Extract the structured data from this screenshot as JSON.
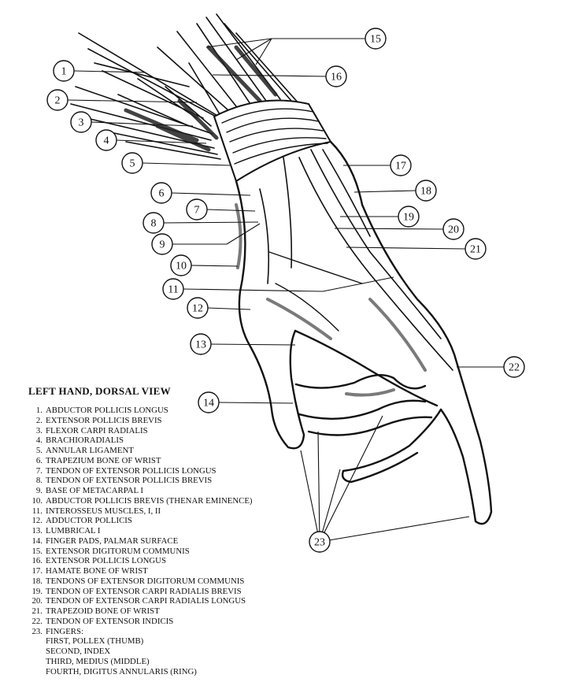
{
  "legend": {
    "title": "LEFT HAND, DORSAL VIEW",
    "items": [
      {
        "num": "1.",
        "text": "ABDUCTOR POLLICIS LONGUS"
      },
      {
        "num": "2.",
        "text": "EXTENSOR POLLICIS BREVIS"
      },
      {
        "num": "3.",
        "text": "FLEXOR CARPI RADIALIS"
      },
      {
        "num": "4.",
        "text": "BRACHIORADIALIS"
      },
      {
        "num": "5.",
        "text": "ANNULAR LIGAMENT"
      },
      {
        "num": "6.",
        "text": "TRAPEZIUM BONE OF WRIST"
      },
      {
        "num": "7.",
        "text": "TENDON OF EXTENSOR POLLICIS LONGUS"
      },
      {
        "num": "8.",
        "text": "TENDON OF EXTENSOR POLLICIS BREVIS"
      },
      {
        "num": "9.",
        "text": "BASE OF METACARPAL I"
      },
      {
        "num": "10.",
        "text": "ABDUCTOR POLLICIS BREVIS (THENAR EMINENCE)"
      },
      {
        "num": "11.",
        "text": "INTEROSSEUS MUSCLES, I, II"
      },
      {
        "num": "12.",
        "text": "ADDUCTOR POLLICIS"
      },
      {
        "num": "13.",
        "text": "LUMBRICAL I"
      },
      {
        "num": "14.",
        "text": "FINGER PADS, PALMAR SURFACE"
      },
      {
        "num": "15.",
        "text": "EXTENSOR DIGITORUM COMMUNIS"
      },
      {
        "num": "16.",
        "text": "EXTENSOR POLLICIS LONGUS"
      },
      {
        "num": "17.",
        "text": "HAMATE BONE OF WRIST"
      },
      {
        "num": "18.",
        "text": "TENDONS OF EXTENSOR DIGITORUM COMMUNIS"
      },
      {
        "num": "19.",
        "text": "TENDON OF EXTENSOR CARPI RADIALIS BREVIS"
      },
      {
        "num": "20.",
        "text": "TENDON OF EXTENSOR CARPI RADIALIS LONGUS"
      },
      {
        "num": "21.",
        "text": "TRAPEZOID BONE OF WRIST"
      },
      {
        "num": "22.",
        "text": "TENDON OF EXTENSOR INDICIS"
      },
      {
        "num": "23.",
        "text": "FINGERS:"
      }
    ],
    "finger_list": [
      "FIRST, POLLEX (THUMB)",
      "SECOND, INDEX",
      "THIRD, MEDIUS (MIDDLE)",
      "FOURTH, DIGITUS ANNULARIS (RING)"
    ]
  },
  "callouts": [
    "1",
    "2",
    "3",
    "4",
    "5",
    "6",
    "7",
    "8",
    "9",
    "10",
    "11",
    "12",
    "13",
    "14",
    "15",
    "16",
    "17",
    "18",
    "19",
    "20",
    "21",
    "22",
    "23"
  ]
}
